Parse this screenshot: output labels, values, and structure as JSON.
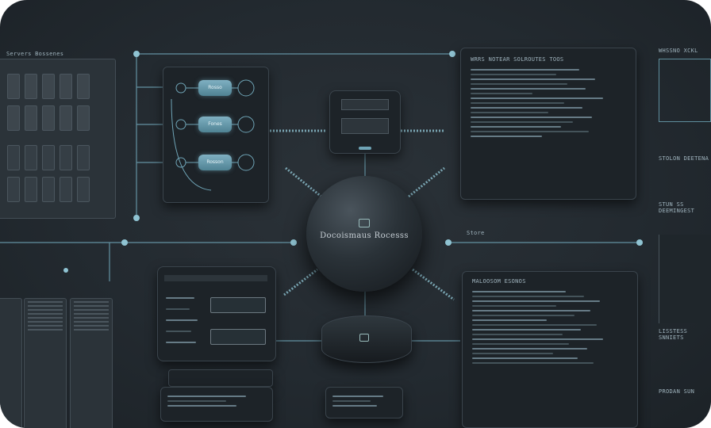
{
  "scene": {
    "top_left_label": "Servers Bossenes",
    "center_label": "Docoismaus Rocesss",
    "right_link_label": "Store",
    "top_code_title": "WRRS NOTEAR SOLROUTES TOOS",
    "bottom_code_title": "MALOOSOM ESONOS",
    "right_panel_title": "WHSSNO XCKL",
    "right_section_1": "STOLON DEETENA",
    "right_section_2": "STUN SS DEEMINGEST",
    "right_section_3": "LISSTESS SNNIETS",
    "right_section_4": "PRODAN SUN"
  },
  "flow_nodes": [
    {
      "label": "Rosso"
    },
    {
      "label": "Fones"
    },
    {
      "label": "Rosson"
    }
  ],
  "colors": {
    "accent": "#8fc3d2",
    "background": "#242b31",
    "panel": "#1d2328"
  }
}
